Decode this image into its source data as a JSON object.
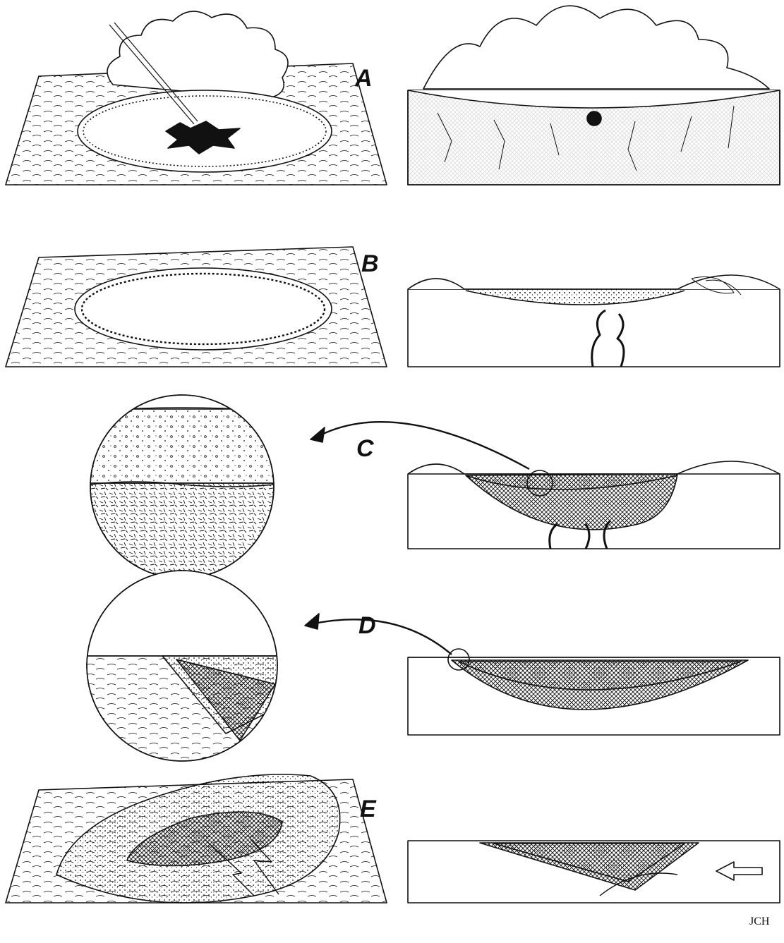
{
  "stages": [
    {
      "id": "A",
      "label": "A"
    },
    {
      "id": "B",
      "label": "B"
    },
    {
      "id": "C",
      "label": "C"
    },
    {
      "id": "D",
      "label": "D"
    },
    {
      "id": "E",
      "label": "E"
    }
  ],
  "signature": "JCH",
  "colors": {
    "ink": "#111111",
    "paper": "#ffffff"
  }
}
